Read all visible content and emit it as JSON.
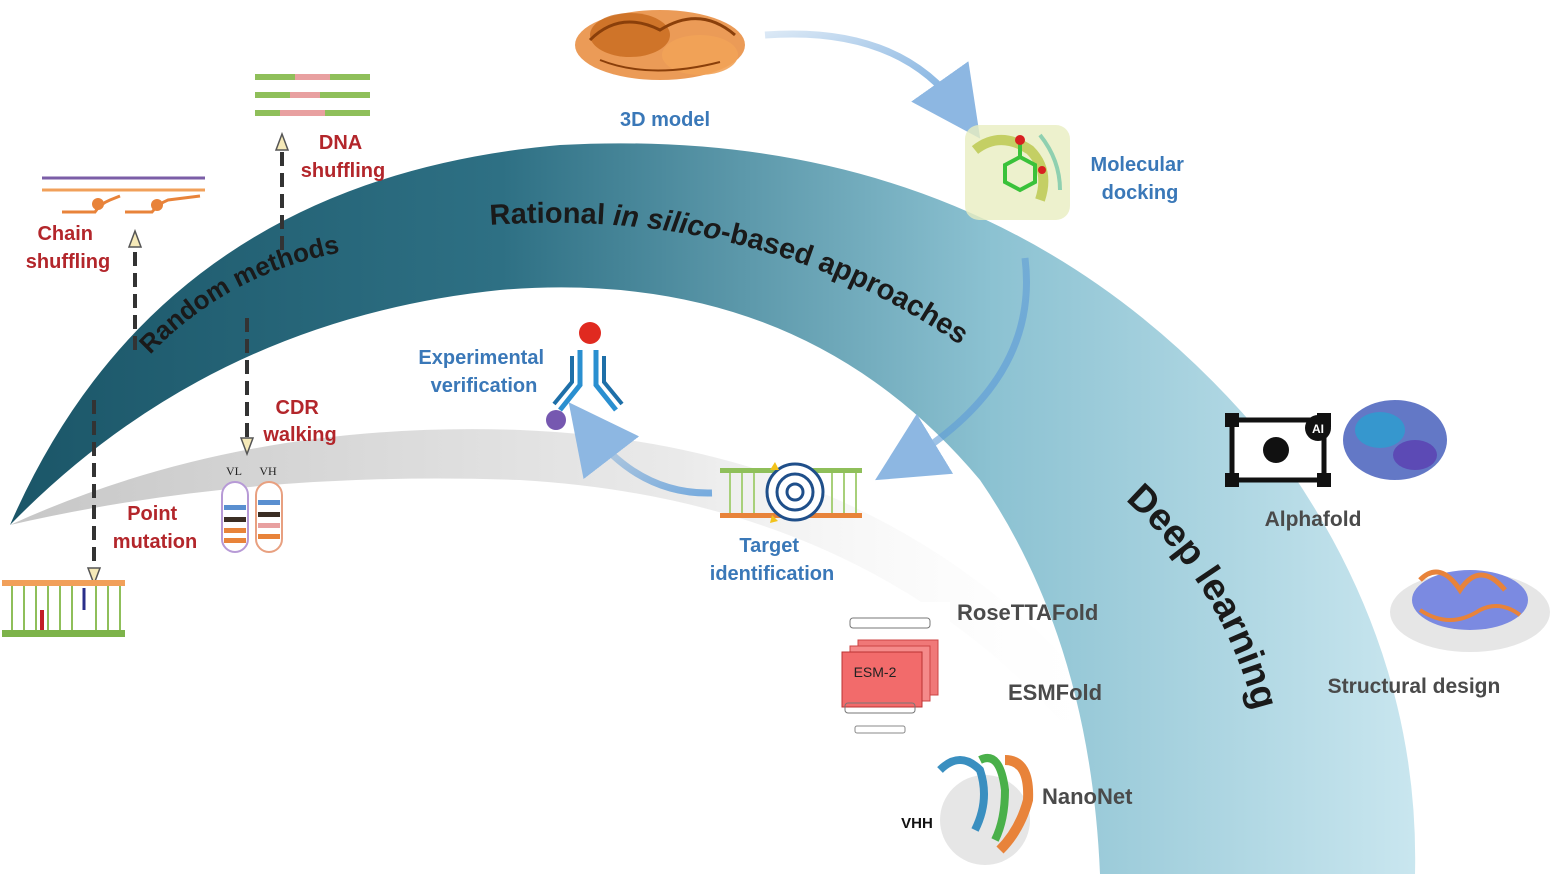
{
  "arcs": {
    "random": "Random methods",
    "rational_prefix": "Rational ",
    "rational_italic": "in silico",
    "rational_suffix": "-based approaches",
    "deep": "Deep learning"
  },
  "random_methods": {
    "chain": [
      "Chain",
      "shuffling"
    ],
    "dna": [
      "DNA",
      "shuffling"
    ],
    "cdr": [
      "CDR",
      "walking"
    ],
    "point": [
      "Point",
      "mutation"
    ],
    "vl": "VL",
    "vh": "VH"
  },
  "rational": {
    "model3d": "3D model",
    "docking": [
      "Molecular",
      "docking"
    ],
    "target": [
      "Target",
      "identification"
    ],
    "experimental": [
      "Experimental",
      "verification"
    ]
  },
  "deep": {
    "alphafold": "Alphafold",
    "ai_badge": "AI",
    "structural": "Structural design",
    "rosetta": "RoseTTAFold",
    "esmfold": "ESMFold",
    "esm2": "ESM-2",
    "nanonet": "NanoNet",
    "vhh": "VHH"
  },
  "colors": {
    "random_arc_dark": "#1f5f73",
    "deep_arc_light": "#c7e5ee",
    "grey_arc": "#d9d9d9",
    "red_label": "#b3262b",
    "blue_label": "#3a78b8",
    "grey_label": "#4a4a4a"
  }
}
